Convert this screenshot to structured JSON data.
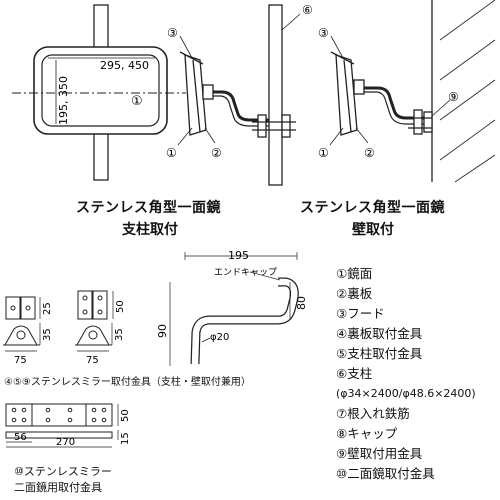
{
  "top": {
    "dims": {
      "width": "295, 450",
      "height": "195, 350"
    },
    "callouts": {
      "c1": "①",
      "c2": "②",
      "c3": "③",
      "c6": "⑥",
      "c9": "⑨"
    },
    "pole_title_line1": "ステンレス角型一面鏡",
    "pole_title_line2": "支柱取付",
    "wall_title_line1": "ステンレス角型一面鏡",
    "wall_title_line2": "壁取付"
  },
  "bracket": {
    "dim_w1": "25",
    "dim_w2": "50",
    "dim_h1": "35",
    "dim_h2": "35",
    "dim_base1": "75",
    "dim_base2": "75",
    "caption": "④⑤⑨ステンレスミラー取付金具（支柱・壁取付兼用）"
  },
  "double_bracket": {
    "dim_h": "50",
    "dim_inner": "56",
    "dim_total": "270",
    "dim_side": "15",
    "caption_line1": "⑩ステンレスミラー",
    "caption_line2": "二面鏡用取付金具"
  },
  "arm": {
    "dim_width": "195",
    "dim_right": "80",
    "dim_left": "90",
    "diameter": "φ20",
    "cap_label": "エンドキャップ"
  },
  "legend": [
    "①鏡面",
    "②裏板",
    "③フード",
    "④裏板取付金具",
    "⑤支柱取付金具",
    "⑥支柱",
    "(φ34×2400/φ48.6×2400)",
    "⑦根入れ鉄筋",
    "⑧キャップ",
    "⑨壁取付用金具",
    "⑩二面鏡取付金具"
  ]
}
